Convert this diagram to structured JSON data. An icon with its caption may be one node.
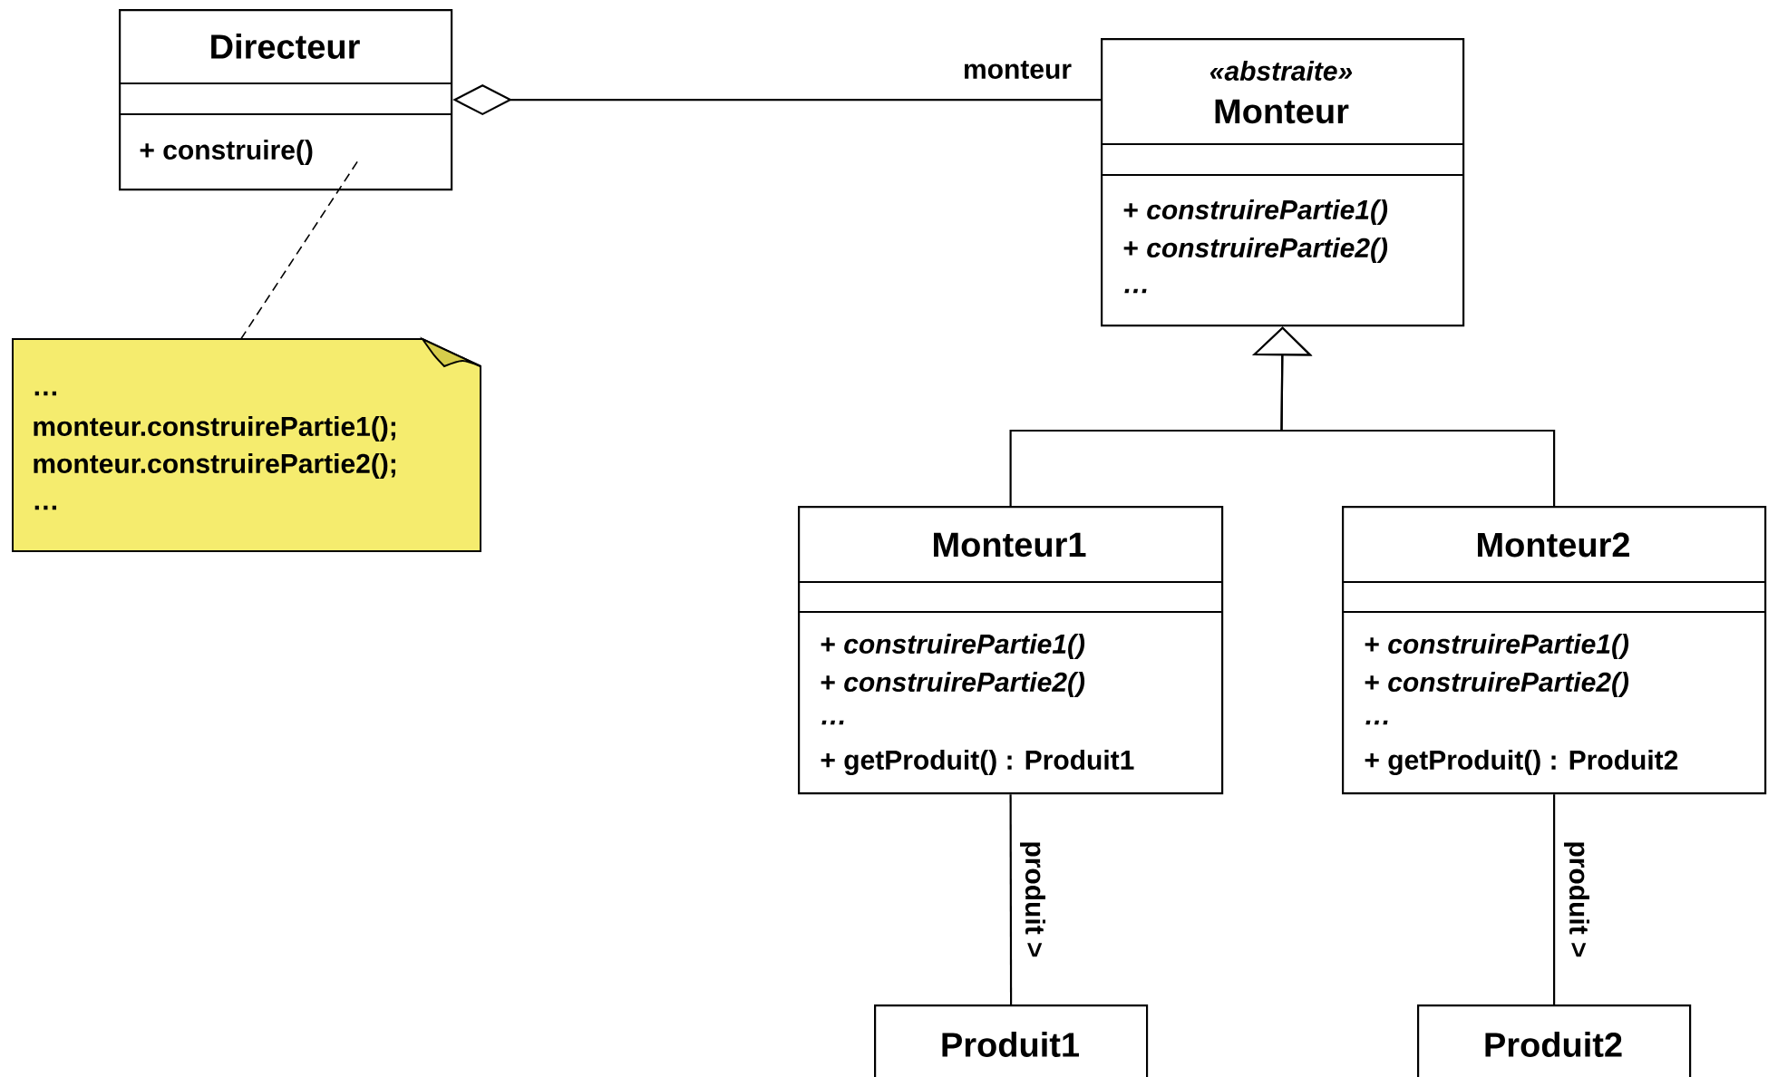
{
  "diagram": {
    "nodes": [
      {
        "text": [
          "Directeur",
          "+ construire()"
        ]
      },
      {
        "text": [
          "«abstraite»",
          "Monteur",
          "+ *construirePartie1()*",
          "+ *construirePartie2()*",
          "…"
        ]
      },
      {
        "text": [
          "…",
          "monteur.construirePartie1();",
          "monteur.construirePartie2();",
          "…"
        ]
      },
      {
        "text": [
          "Monteur1",
          "+ *construirePartie1()*",
          "+ *construirePartie2()*",
          "…",
          "+ getProduit() : Produit1"
        ]
      },
      {
        "text": [
          "Monteur2",
          "+ *construirePartie1()*",
          "+ *construirePartie2()*",
          "…",
          "+ getProduit() : Produit2"
        ]
      },
      {
        "text": [
          "Produit1"
        ]
      },
      {
        "text": [
          "Produit2"
        ]
      }
    ],
    "edges": [
      {
        "from": 0,
        "to": 1,
        "arrow": "other",
        "label": "monteur"
      },
      {
        "from": 2,
        "to": 0,
        "arrow": "none",
        "style": "dashed"
      },
      {
        "from": 3,
        "to": 1,
        "arrow": "to"
      },
      {
        "from": 4,
        "to": 1,
        "arrow": "to"
      },
      {
        "from": 3,
        "to": 5,
        "arrow": "none",
        "label": "produit >"
      },
      {
        "from": 4,
        "to": 6,
        "arrow": "none",
        "label": "produit >"
      }
    ]
  }
}
